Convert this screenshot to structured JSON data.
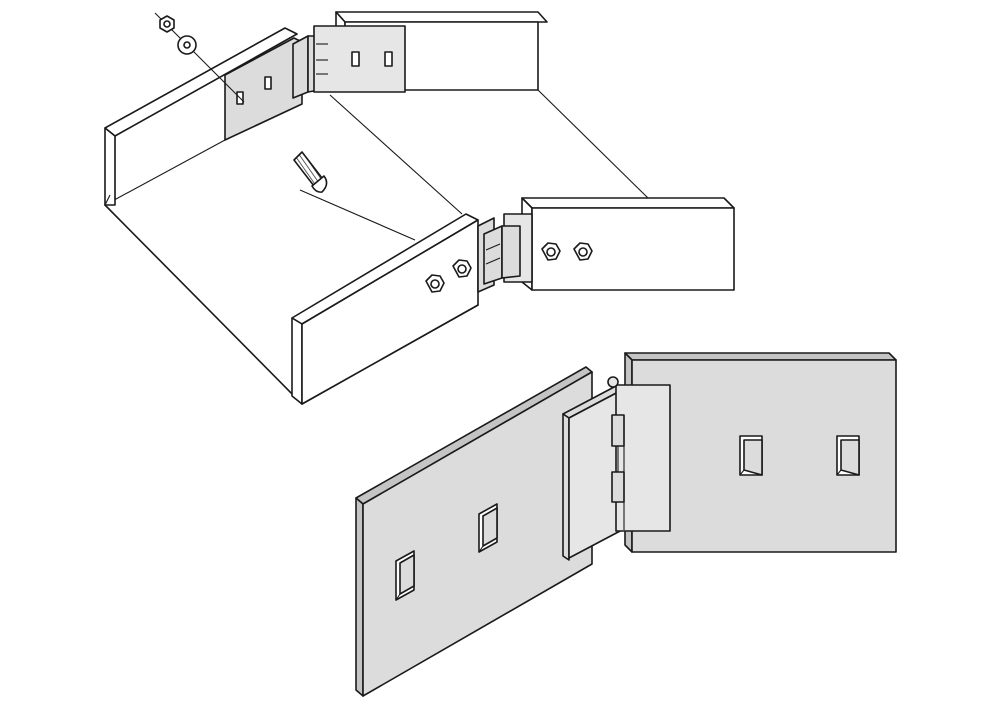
{
  "colors": {
    "outline": "#1a1a1a",
    "plate_fill": "#dcdcdc",
    "plate_edge": "#c4c4c4",
    "hinge_fill": "#e6e6e6",
    "tray_fill": "#ffffff",
    "background": "#ffffff"
  },
  "components": {
    "cable_tray": "cable-tray-section",
    "hinged_connector_top": "hinge-connector-plate",
    "hinged_connector_side": "hinge-connector-plate",
    "hardware": [
      "hex-nut",
      "washer",
      "carriage-bolt",
      "hex-nut",
      "hex-nut",
      "hex-nut",
      "hex-nut"
    ],
    "detail": "horizontal-hinged-splice-plate-detail"
  }
}
